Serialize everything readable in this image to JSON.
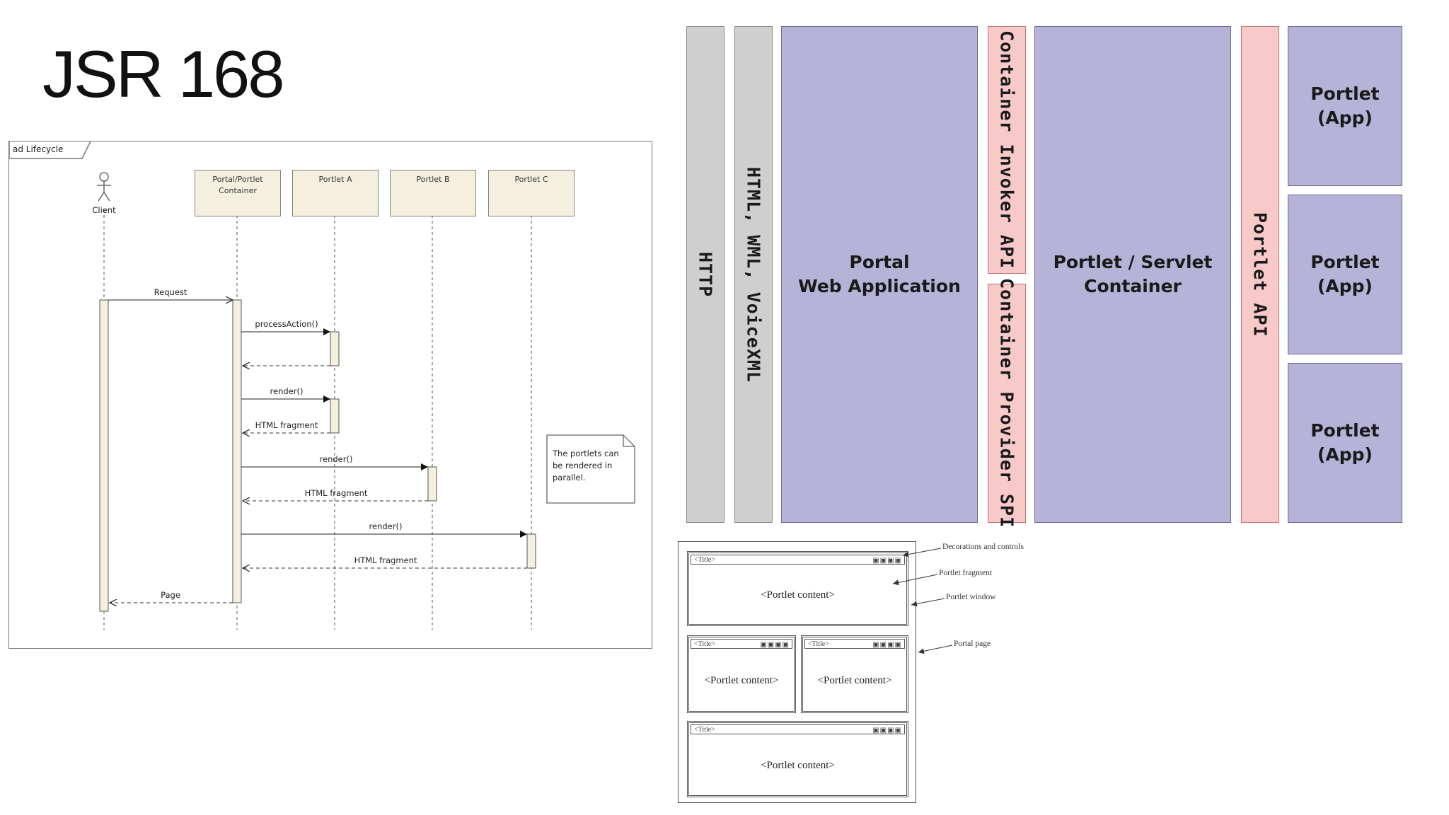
{
  "slide": {
    "title": "JSR 168"
  },
  "sequence": {
    "frame_label": "ad Lifecycle",
    "actor": "Client",
    "lifelines": [
      "Portal/Portlet\nContainer",
      "Portlet A",
      "Portlet B",
      "Portlet C"
    ],
    "messages": {
      "request": "Request",
      "process_action": "processAction()",
      "render_a": "render()",
      "fragment_a": "HTML fragment",
      "render_b": "render()",
      "fragment_b": "HTML fragment",
      "render_c": "render()",
      "fragment_c": "HTML fragment",
      "page": "Page"
    },
    "note": "The portlets can be rendered in parallel."
  },
  "architecture": {
    "http": "HTTP",
    "markup": "HTML, WML, VoiceXML",
    "portal_app": "Portal\nWeb Application",
    "invoker_api": "Container Invoker API",
    "provider_spi": "Container Provider SPI",
    "container": "Portlet / Servlet\nContainer",
    "portlet_api": "Portlet API",
    "portlets": [
      "Portlet\n(App)",
      "Portlet\n(App)",
      "Portlet\n(App)"
    ],
    "colors": {
      "grey": "#cfcfcf",
      "purple": "#b5b3d7",
      "pink": "#f7c9c9"
    }
  },
  "portal_page": {
    "window_title": "<Title>",
    "content": "<Portlet content>",
    "controls": "▣▣▣▣",
    "callouts": {
      "decorations": "Decorations and controls",
      "fragment": "Portlet fragment",
      "window": "Portlet window",
      "page": "Portal page"
    }
  }
}
